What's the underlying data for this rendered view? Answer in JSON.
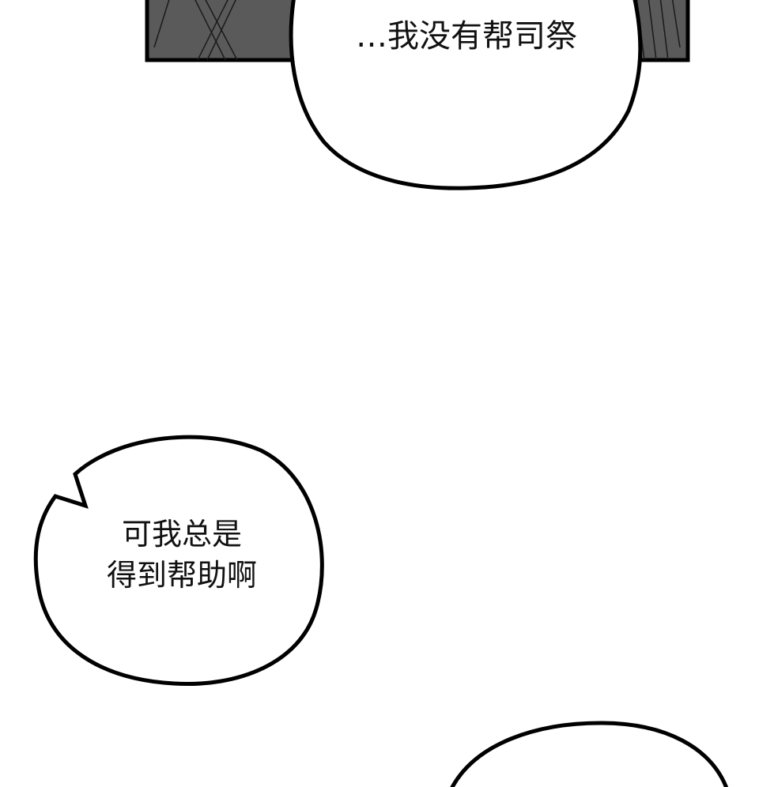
{
  "bubbles": [
    {
      "text": "…我没有帮司祭"
    },
    {
      "lines": [
        "可我总是",
        "得到帮助啊"
      ]
    },
    {
      "text": ""
    }
  ],
  "colors": {
    "panel": "#5a5a5a",
    "ink": "#000000",
    "paper": "#ffffff"
  }
}
